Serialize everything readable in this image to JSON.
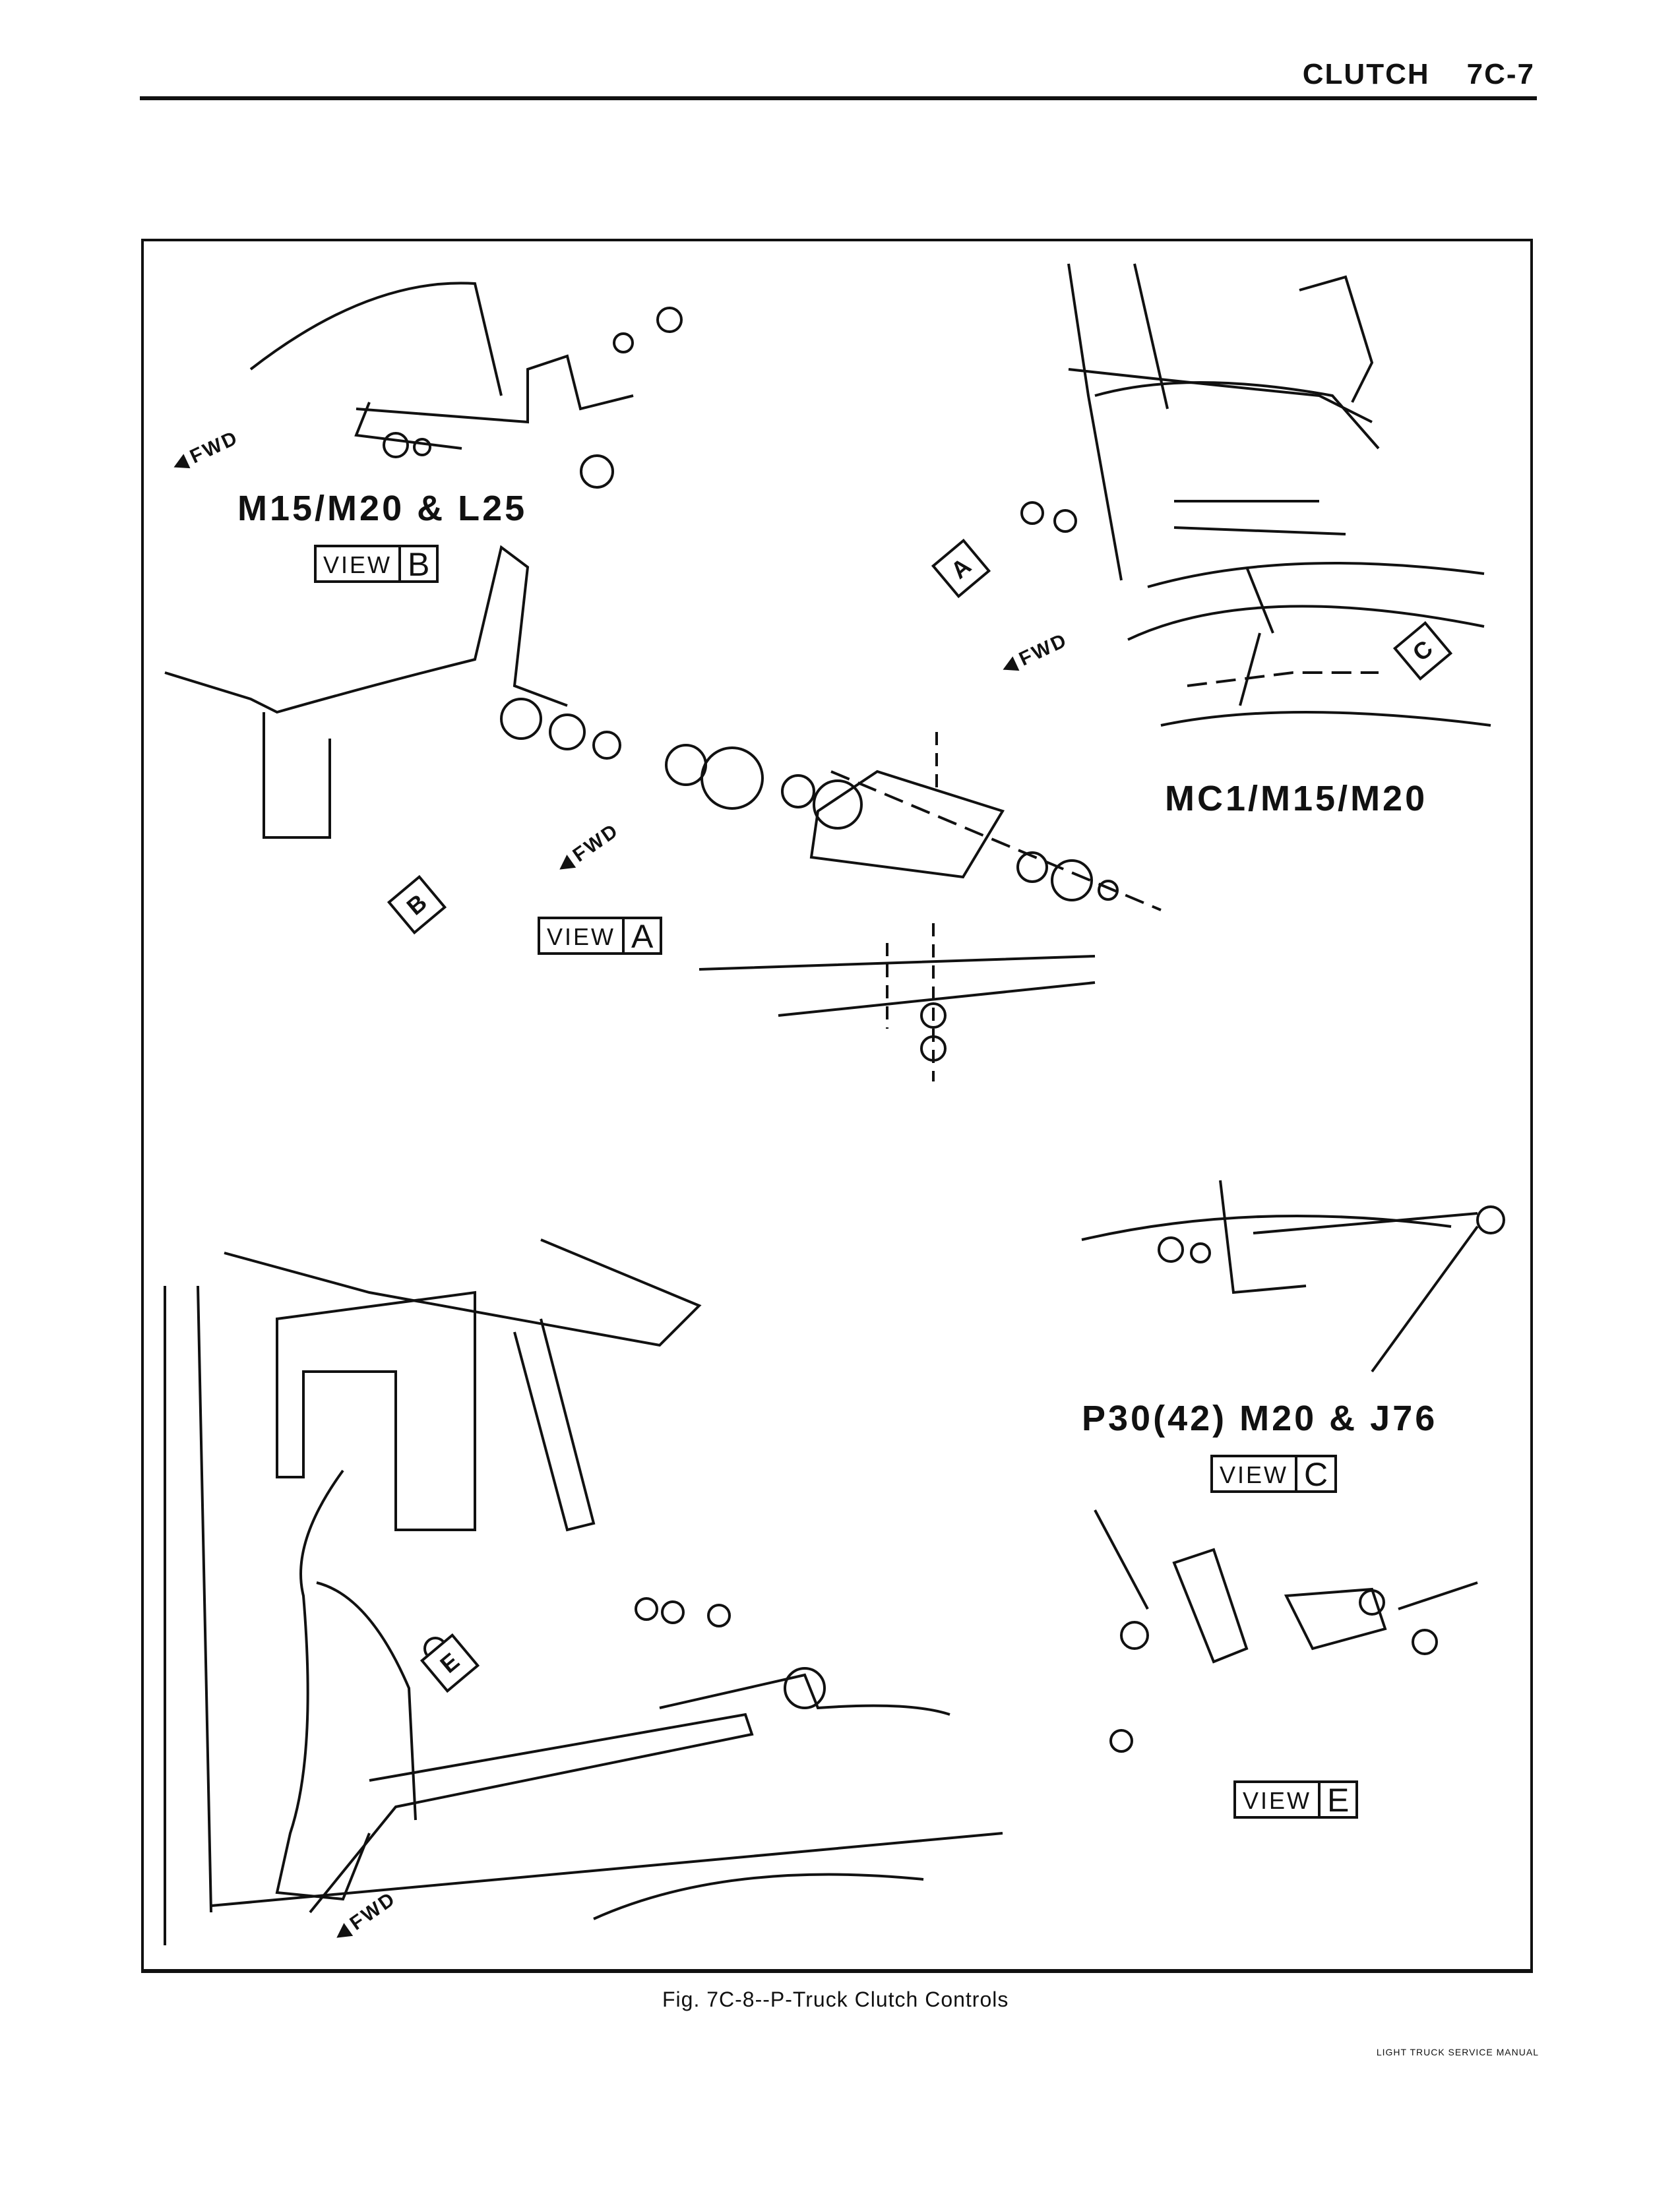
{
  "header": {
    "section": "CLUTCH",
    "page": "7C-7"
  },
  "figure": {
    "caption": "Fig. 7C-8--P-Truck Clutch Controls",
    "labels": {
      "view_b_model": "M15/M20 & L25",
      "view_a_model": "MC1/M15/M20",
      "view_c_model": "P30(42) M20 & J76"
    },
    "views": [
      {
        "word": "VIEW",
        "letter": "B"
      },
      {
        "word": "VIEW",
        "letter": "A"
      },
      {
        "word": "VIEW",
        "letter": "C"
      },
      {
        "word": "VIEW",
        "letter": "E"
      }
    ],
    "fwd": "FWD",
    "arrow_tags": [
      "A",
      "C",
      "B",
      "E"
    ]
  },
  "footer": "LIGHT TRUCK SERVICE MANUAL"
}
